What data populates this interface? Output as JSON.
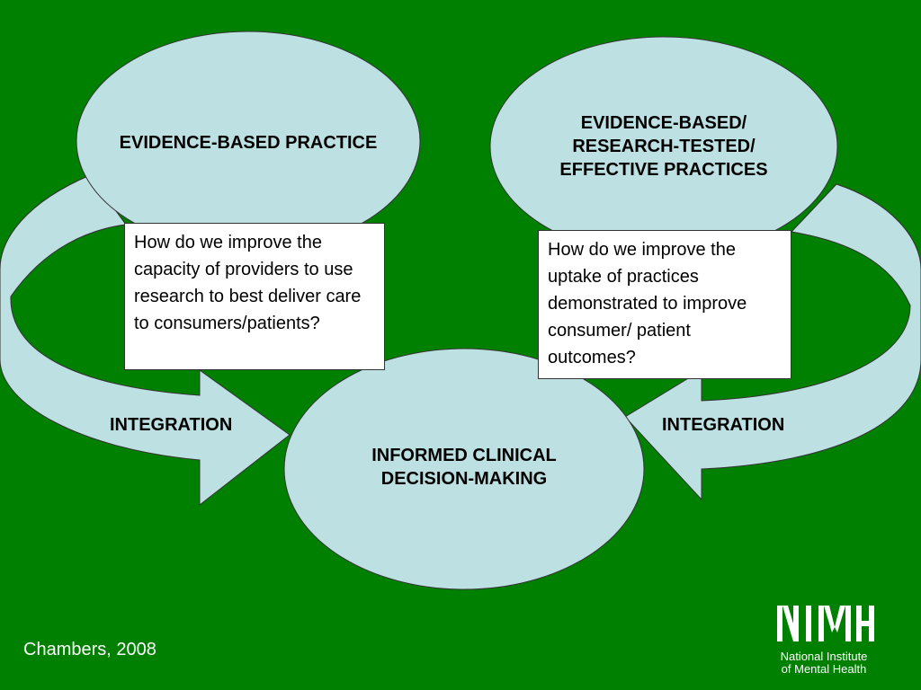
{
  "colors": {
    "background": "#008000",
    "node_fill": "#bde0e2",
    "arrow_fill": "#bde0e2",
    "arrow_shadow": "#94b8b8",
    "text": "#000000",
    "citation": "#ffffff"
  },
  "nodes": {
    "ebp": "EVIDENCE-BASED PRACTICE",
    "ebrt_line1": "EVIDENCE-BASED/",
    "ebrt_line2": "RESEARCH-TESTED/",
    "ebrt_line3": "EFFECTIVE PRACTICES",
    "icdm_line1": "INFORMED CLINICAL",
    "icdm_line2": "DECISION-MAKING"
  },
  "questions": {
    "left": "How do we improve the capacity of providers to use research to best deliver care to consumers/patients?",
    "right": "How do we improve the uptake of practices demonstrated to improve consumer/ patient outcomes?"
  },
  "edges": {
    "left_label": "INTEGRATION",
    "right_label": "INTEGRATION"
  },
  "citation": "Chambers, 2008",
  "logo": {
    "mark": "NIMH",
    "line1": "National Institute",
    "line2": "of Mental Health"
  }
}
